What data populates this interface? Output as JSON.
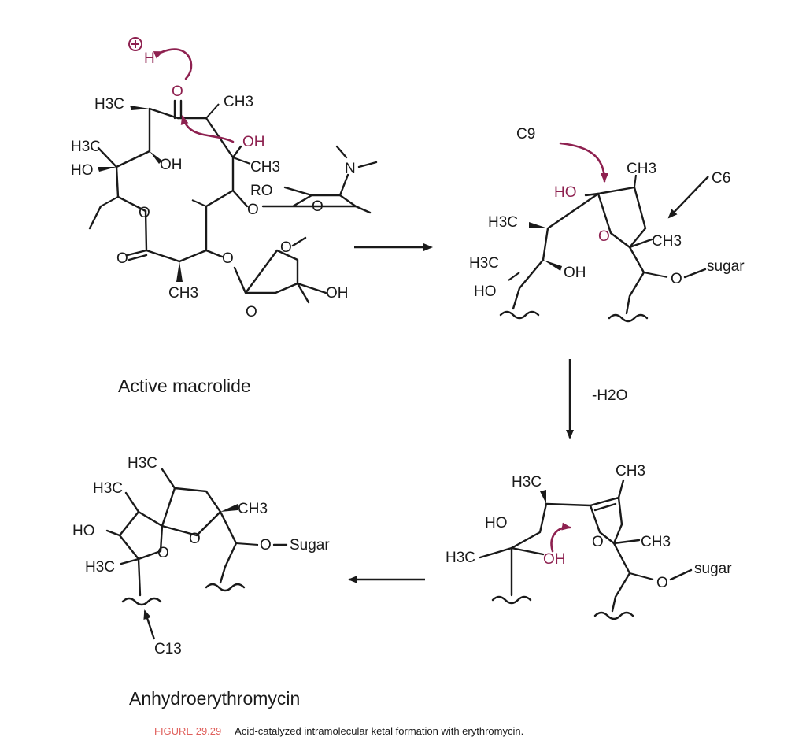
{
  "labels": {
    "s1": {
      "h_plus": "H",
      "o_carbonyl": "O",
      "h3c_top": "H3C",
      "ch3_top": "CH3",
      "h3c_left": "H3C",
      "ho_left": "HO",
      "oh_mid": "OH",
      "oh_red": "OH",
      "ch3_mid": "CH3",
      "n_label": "N",
      "ro": "RO",
      "o_sugar1": "O",
      "o_ring": "O",
      "o_lactone": "O",
      "o_link": "O",
      "ch3_bottom": "CH3",
      "o_methoxy": "O",
      "o_sugar2": "O",
      "oh_sugar2": "OH",
      "name": "Active macrolide"
    },
    "s2": {
      "c9": "C9",
      "ho": "HO",
      "ch3_top": "CH3",
      "c6": "C6",
      "h3c": "H3C",
      "o_ring": "O",
      "ch3_right": "CH3",
      "h3c_low": "H3C",
      "oh": "OH",
      "ho_low": "HO",
      "o_sugar": "O",
      "sugar": "sugar"
    },
    "arrow_label": "-H2O",
    "s3": {
      "h3c_top": "H3C",
      "ch3_top": "CH3",
      "ho": "HO",
      "o_ring": "O",
      "ch3_right": "CH3",
      "h3c_left": "H3C",
      "oh": "OH",
      "o_sugar": "O",
      "sugar": "sugar"
    },
    "s4": {
      "h3c_top": "H3C",
      "h3c_left": "H3C",
      "ch3": "CH3",
      "ho": "HO",
      "o_right": "O",
      "o_left": "O",
      "h3c_low": "H3C",
      "o_sugar": "O",
      "sugar": "Sugar",
      "c13": "C13",
      "name": "Anhydroerythromycin"
    }
  },
  "caption": {
    "figure": "FIGURE 29.29",
    "text": "Acid-catalyzed intramolecular ketal formation with erythromycin."
  },
  "colors": {
    "mechanism_arrow": "#8e2150",
    "text": "#1a1a1a",
    "caption_figure": "#e0605c"
  }
}
